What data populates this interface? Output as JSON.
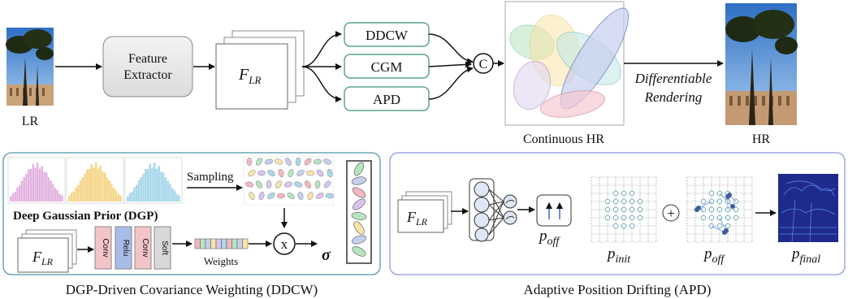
{
  "top": {
    "lr_label": "LR",
    "feature_extractor": [
      "Feature",
      "Extractor"
    ],
    "flr_main": "F",
    "flr_sub": "LR",
    "branches": [
      "DDCW",
      "CGM",
      "APD"
    ],
    "concat": "C",
    "continuous_hr": "Continuous HR",
    "rendering": [
      "Differentiable",
      "Rendering"
    ],
    "hr_label": "HR"
  },
  "ddcw": {
    "dgp_label": "Deep Gaussian Prior (DGP)",
    "sampling": "Sampling",
    "flr_main": "F",
    "flr_sub": "LR",
    "layers": [
      "Conv",
      "Relu",
      "Conv",
      "Soft"
    ],
    "weights": "Weights",
    "multiply": "x",
    "sigma": "σ",
    "caption": "DGP-Driven Covariance Weighting (DDCW)"
  },
  "apd": {
    "flr_main": "F",
    "flr_sub": "LR",
    "p_off_1_main": "p",
    "p_off_1_sub": "off",
    "p_init_main": "p",
    "p_init_sub": "init",
    "plus": "+",
    "p_off_2_main": "p",
    "p_off_2_sub": "off",
    "p_final_main": "p",
    "p_final_sub": "final",
    "caption": "Adaptive Position Drifting (APD)"
  },
  "colors": {
    "panel_border": "#6aa7b8",
    "apd_border": "#9fa8e0",
    "branch_border": "#5fa58a",
    "gray_box": "#e6e6e6",
    "conv_fill": "#f2c4c8",
    "relu_fill": "#a9bce8",
    "soft_fill": "#d8d8d8",
    "hist_pink": "#e3b3e0",
    "hist_yellow": "#f6d58a",
    "hist_blue": "#a8d8ea",
    "dot_blue": "#3c5d9a",
    "final_bg": "#1e2a8c"
  }
}
